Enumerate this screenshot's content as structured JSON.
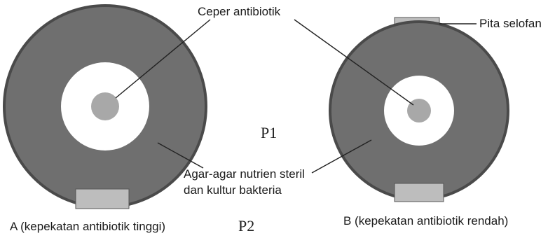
{
  "labels": {
    "antibiotic_disc": "Ceper antibiotik",
    "cellophane_tape": "Pita selofan",
    "agar_line1": "Agar-agar nutrien steril",
    "agar_line2": "dan kultur bakteria",
    "p1": "P1",
    "p2": "P2"
  },
  "dishes": [
    {
      "id": "A",
      "caption": "A (kepekatan antibiotik tinggi)"
    },
    {
      "id": "B",
      "caption": "B (kepekatan antibiotik rendah)"
    }
  ],
  "colors": {
    "agar": "#6f6f6f",
    "rim": "#4a4a4a",
    "clear_zone": "#ffffff",
    "disc": "#a8a8a8",
    "tape": "#bdbdbd",
    "line": "#222222"
  }
}
